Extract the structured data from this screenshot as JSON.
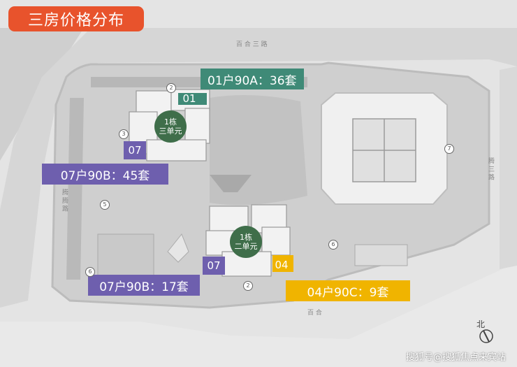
{
  "title": "三房价格分布",
  "colors": {
    "title_bg": "#e8532c",
    "green": "#3f8a77",
    "purple": "#6e5fae",
    "yellow": "#f0b400",
    "building_circle": "#3f6e4a"
  },
  "labels": {
    "unit01_summary": "01户90A：36套",
    "unit07_top_summary": "07户90B：45套",
    "unit07_bottom_summary": "07户90B：17套",
    "unit04_summary": "04户90C：9套"
  },
  "unit_tags": {
    "u01": "01",
    "u07_top": "07",
    "u07_bottom": "07",
    "u04": "04"
  },
  "buildings": {
    "b1_unit3": [
      "1栋",
      "三单元"
    ],
    "b1_unit2": [
      "1栋",
      "二单元"
    ]
  },
  "markers": [
    "2",
    "3",
    "5",
    "6",
    "7",
    "2",
    "6"
  ],
  "roads": {
    "north": "百 合 三 路",
    "east": "腾 三 路",
    "west": "腾 腾 路",
    "south": "百 合"
  },
  "compass_label": "北",
  "watermark": "搜狐号@搜狐焦点来宾站"
}
